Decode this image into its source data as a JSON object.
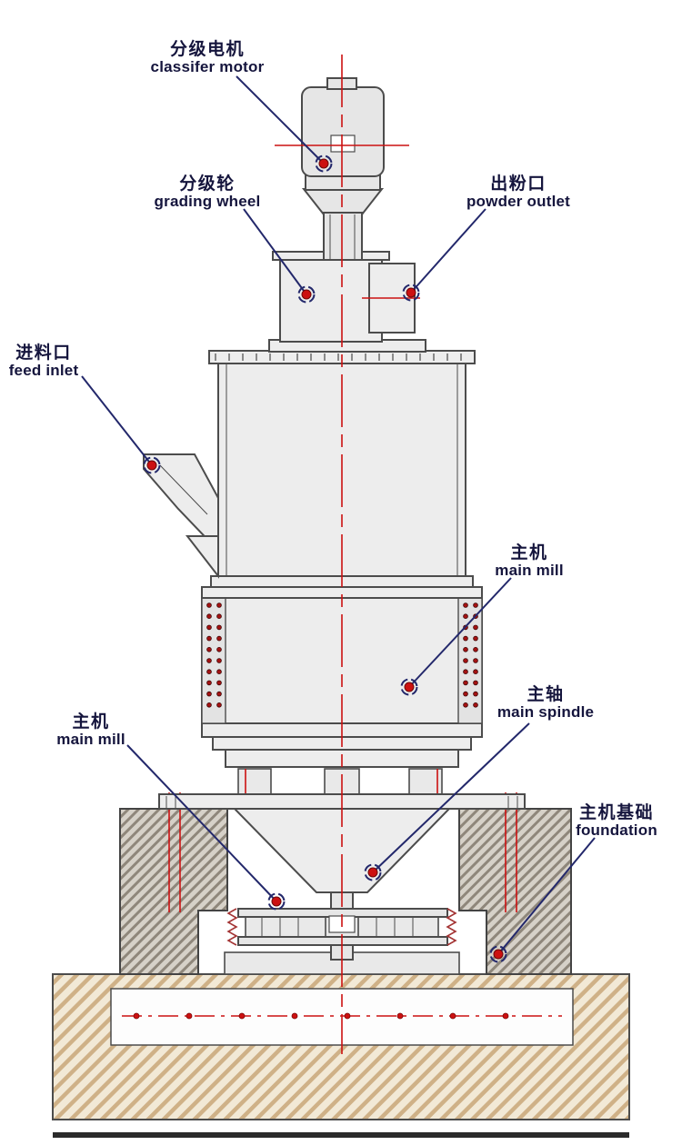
{
  "diagram": {
    "type": "technical-structure-diagram",
    "subject": "vertical grinding mill cross-section with part callouts",
    "colors": {
      "leader_line": "#23286b",
      "marker_red": "#cc1111",
      "centerline_red": "#cc1111",
      "label_text": "#15153d",
      "machine_fill": "#ededed",
      "machine_stroke": "#4c4c4c",
      "slab_hatch": "#cfb187",
      "block_hatch": "#8f877b"
    },
    "labels": [
      {
        "id": "classifier-motor",
        "zh": "分级电机",
        "en": "classifer motor"
      },
      {
        "id": "grading-wheel",
        "zh": "分级轮",
        "en": "grading wheel"
      },
      {
        "id": "powder-outlet",
        "zh": "出粉口",
        "en": "powder outlet"
      },
      {
        "id": "feed-inlet",
        "zh": "进料口",
        "en": "feed inlet"
      },
      {
        "id": "main-mill-upper",
        "zh": "主机",
        "en": "main mill"
      },
      {
        "id": "main-spindle",
        "zh": "主轴",
        "en": "main spindle"
      },
      {
        "id": "main-mill-lower",
        "zh": "主机",
        "en": "main mill"
      },
      {
        "id": "foundation",
        "zh": "主机基础",
        "en": "foundation"
      }
    ]
  }
}
